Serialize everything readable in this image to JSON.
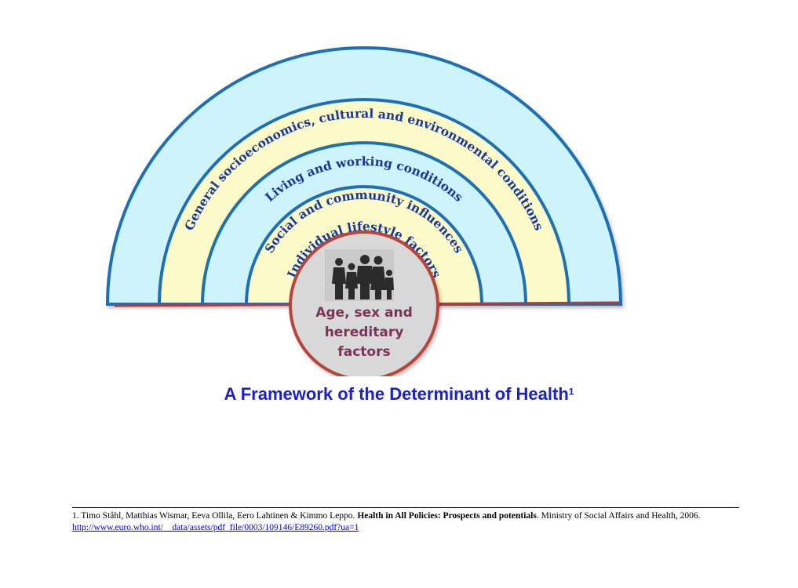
{
  "diagram": {
    "layers": [
      {
        "label": "General socioeconomics, cultural and environmental conditions",
        "color": "#cdf4fb"
      },
      {
        "label": "Living and working conditions",
        "color": "#fcfac8"
      },
      {
        "label": "Social and community influences",
        "color": "#cdf4fb"
      },
      {
        "label": "Individual lifestyle factors",
        "color": "#fcfac8"
      }
    ],
    "center": {
      "lines": [
        "Age, sex and",
        "hereditary",
        "factors"
      ],
      "icon": "people-silhouette-icon"
    },
    "colors": {
      "ring_stroke": "#1f6fb5",
      "baseline": "#b23a3a",
      "center_fill": "#d8d8d8",
      "center_stroke": "#b5443e"
    }
  },
  "title": {
    "text": "A Framework of the Determinant of Health",
    "superscript": "1"
  },
  "footnote": {
    "authors": "1. Timo Ståhl, Matthias Wismar, Eeva Ollila, Eero Lahtinen & Kimmo Leppo. ",
    "work_title": "Health in All Policies: Prospects and potentials",
    "publisher": ". Ministry of Social Affairs and Health, 2006. ",
    "link": "http://www.euro.who.int/__data/assets/pdf_file/0003/109146/E89260.pdf?ua=1"
  }
}
